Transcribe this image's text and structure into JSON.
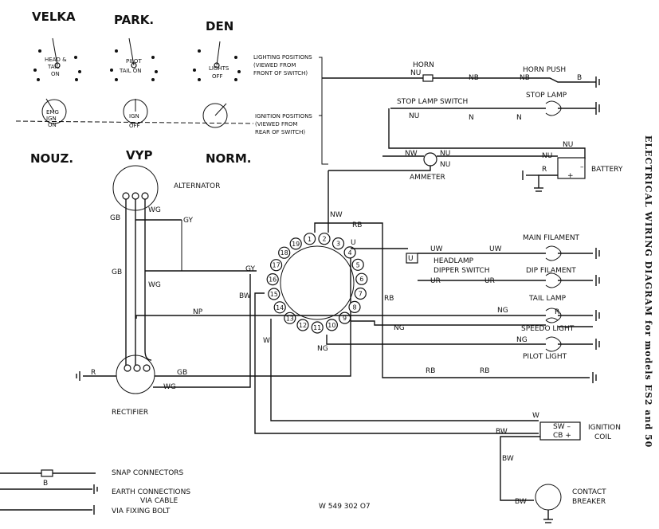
{
  "switch_labels": {
    "velka": "VELKA",
    "park": "PARK.",
    "den": "DEN",
    "nouz": "NOUZ.",
    "vyp": "VYP",
    "norm": "NORM."
  },
  "switch_small": {
    "head_tail": "HEAD &",
    "tail_on": "TAIL",
    "on": "ON",
    "pilot": "PILOT",
    "tail_on2": "TAIL ON",
    "lights": "LIGHTS",
    "off": "OFF",
    "emg": "EMG",
    "ign": "IGN",
    "on2": "ON",
    "ign2": "IGN",
    "off2": "OFF"
  },
  "notes": {
    "lighting_1": "LIGHTING POSITIONS",
    "lighting_2": "(VIEWED FROM",
    "lighting_3": "FRONT OF SWITCH)",
    "ignition_1": "IGNITION POSITIONS",
    "ignition_2": "(VIEWED FROM",
    "ignition_3": "REAR OF SWITCH)"
  },
  "components": {
    "horn": "HORN",
    "horn_push": "HORN PUSH",
    "stop_lamp_switch": "STOP LAMP SWITCH",
    "stop_lamp": "STOP LAMP",
    "ammeter": "AMMETER",
    "battery": "BATTERY",
    "alternator": "ALTERNATOR",
    "rectifier": "RECTIFIER",
    "main_filament": "MAIN FILAMENT",
    "headlamp": "HEADLAMP",
    "dipper_switch": "DIPPER SWITCH",
    "dip_filament": "DIP FILAMENT",
    "tail_lamp": "TAIL LAMP",
    "speedo_light": "SPEEDO LIGHT",
    "pilot_light": "PILOT LIGHT",
    "ignition": "IGNITION",
    "coil": "COIL",
    "contact": "CONTACT",
    "breaker": "BREAKER"
  },
  "wires": {
    "nu1": "NU",
    "nb1": "NB",
    "nb2": "NB",
    "b1": "B",
    "nu2": "NU",
    "n1": "N",
    "n2": "N",
    "nu3": "NU",
    "nw": "NW",
    "nu4": "NU",
    "nu5": "NU",
    "r1": "R",
    "nw2": "NW",
    "rb1": "RB",
    "u1": "U",
    "uw1": "UW",
    "uw2": "UW",
    "u2": "U",
    "ur1": "UR",
    "ur2": "UR",
    "rb2": "RB",
    "gy1": "GY",
    "gy2": "GY",
    "gb1": "GB",
    "wg1": "WG",
    "gb2": "GB",
    "wg2": "WG",
    "np": "NP",
    "ng1": "NG",
    "r2": "R",
    "ng2": "NG",
    "ng3": "NG",
    "ng4": "NG",
    "rb3": "RB",
    "rb4": "RB",
    "bw1": "BW",
    "w1": "W",
    "w2": "W",
    "bw2": "BW",
    "r3": "R",
    "gb3": "GB",
    "wg3": "WG",
    "bw3": "BW",
    "bw4": "BW",
    "sw": "SW –",
    "cb": "CB +",
    "plus": "+",
    "minus": "–",
    "r_batt": "R"
  },
  "switch_terminals": [
    "1",
    "2",
    "3",
    "4",
    "5",
    "6",
    "7",
    "8",
    "9",
    "10",
    "11",
    "12",
    "13",
    "14",
    "15",
    "16",
    "17",
    "18",
    "19"
  ],
  "legend": {
    "snap": "SNAP CONNECTORS",
    "b": "B",
    "earth": "EARTH CONNECTIONS",
    "via_cable": "VIA CABLE",
    "via_bolt": "VIA FIXING BOLT"
  },
  "drawing_no": "W 549 302 O7",
  "side_title": "ELECTRICAL WIRING DIAGRAM for models ES2 and 50"
}
